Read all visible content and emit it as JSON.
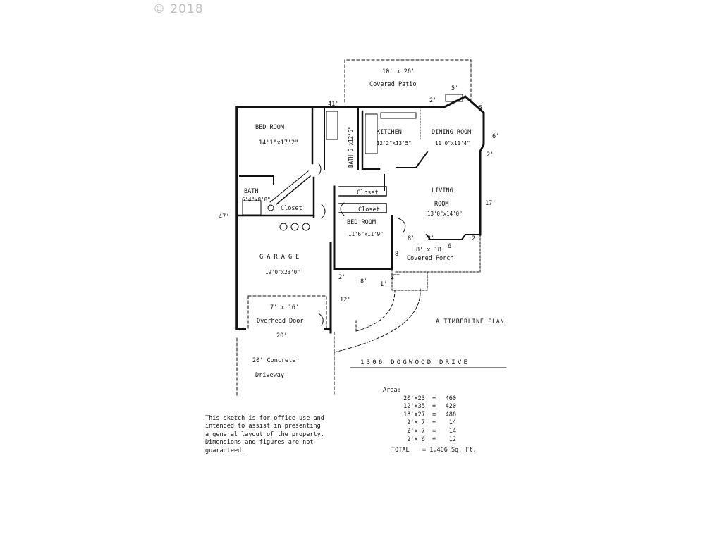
{
  "copyright": "© 2018",
  "rooms": {
    "bedroom1_name": "BED ROOM",
    "bedroom1_dim": "14'1\"x17'2\"",
    "bath_name": "BATH",
    "bath_dim": "6'4\"x8'0\"",
    "closet1": "Closet",
    "kitchen_name": "KITCHEN",
    "kitchen_dim": "12'2\"x13'5\"",
    "dining_name": "DINING ROOM",
    "dining_dim": "11'0\"x11'4\"",
    "living_name": "LIVING",
    "living_name2": "ROOM",
    "living_dim": "13'0\"x14'0\"",
    "closet2": "Closet",
    "closet3": "Closet",
    "bedroom2_name": "BED ROOM",
    "bedroom2_dim": "11'6\"x11'9\"",
    "bath2_name": "BATH 5'x12'5\"",
    "garage_name": "G A R A G E",
    "garage_dim": "19'0\"x23'0\"",
    "overhead_dim": "7' x 16'",
    "overhead_name": "Overhead  Door",
    "patio_dim": "10' x 26'",
    "patio_name": "Covered  Patio",
    "porch_dim": "8' x 18'",
    "porch_name": "Covered  Porch",
    "driveway_dim": "20'  Concrete",
    "driveway_name": "Driveway"
  },
  "dimensions": {
    "d41": "41'",
    "d47": "47'",
    "d2a": "2'",
    "d5a": "5'",
    "d5b": "5'",
    "d6": "6'",
    "d2b": "2'",
    "d17": "17'",
    "d8a": "8'",
    "d2c": "2'",
    "d6b": "6'",
    "d2d": "2'",
    "d8b": "8'",
    "d2e": "2'",
    "d8c": "8'",
    "d1": "1'",
    "d2f": "2'",
    "d12": "12'",
    "d20": "20'"
  },
  "plan_name": "A TIMBERLINE PLAN",
  "address": "1306  DOGWOOD  DRIVE",
  "disclaimer": [
    "This sketch is for office use and",
    "intended to assist  in  presenting",
    "a general layout of the property.",
    "Dimensions and  figures  are  not",
    "guaranteed."
  ],
  "area": {
    "title": "Area:",
    "rows": [
      {
        "lhs": "20'x23'",
        "rhs": "460"
      },
      {
        "lhs": "12'x35'",
        "rhs": "420"
      },
      {
        "lhs": "18'x27'",
        "rhs": "486"
      },
      {
        "lhs": "2'x 7'",
        "rhs": "14"
      },
      {
        "lhs": "2'x 7'",
        "rhs": "14"
      },
      {
        "lhs": "2'x 6'",
        "rhs": "12"
      }
    ],
    "eq": "=",
    "total_label": "TOTAL",
    "total_value": "= 1,406 Sq. Ft."
  }
}
